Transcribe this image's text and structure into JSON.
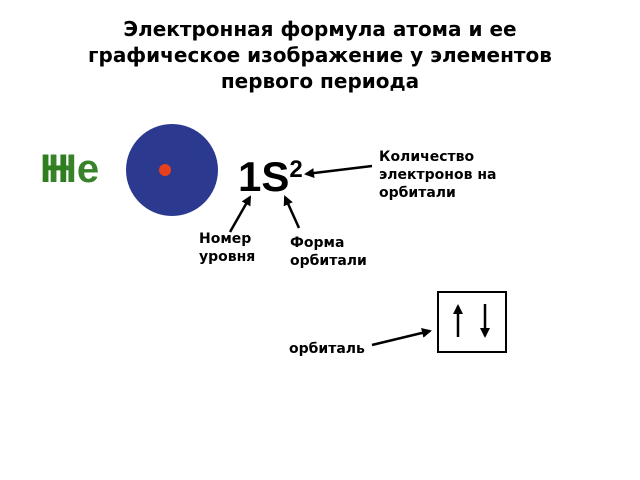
{
  "title_lines": [
    "Электронная формула атома и ее",
    "графическое изображение у элементов",
    "первого периода"
  ],
  "symbols": {
    "h": "H",
    "he": "He",
    "color": "#2e7d1f"
  },
  "atom": {
    "nucleus_color": "#e8401c",
    "cloud_color": "#cfeaf8",
    "electron_color": "#2b3a8f"
  },
  "formula": {
    "main": "1S",
    "superscript": "2"
  },
  "labels": {
    "electron_count": [
      "Количество",
      "электронов на",
      "орбитали"
    ],
    "level_number": [
      "Номер",
      "уровня"
    ],
    "orbital_shape": [
      "Форма",
      "орбитали"
    ],
    "orbital": "орбиталь"
  }
}
